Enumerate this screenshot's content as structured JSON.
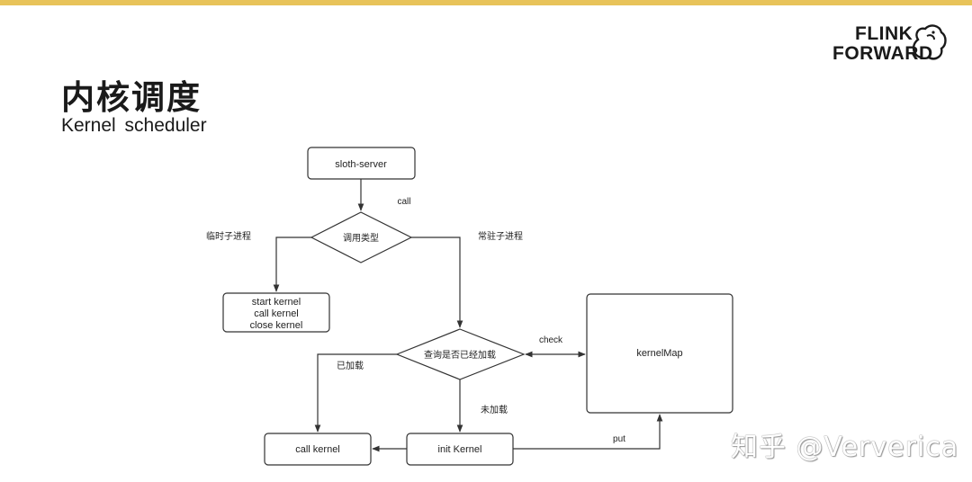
{
  "slide": {
    "title": "内核调度",
    "subtitle": "Kernel scheduler"
  },
  "logo": {
    "line1": "FLINK",
    "line2": "FORWARD"
  },
  "colors": {
    "accent_bar": "#e8c35a",
    "stroke": "#333333"
  },
  "diagram": {
    "nodes": {
      "sloth_server": "sloth-server",
      "call_type": "调用类型",
      "temp_process_box": [
        "start kernel",
        "call kernel",
        "close kernel"
      ],
      "check_loaded": "查询是否已经加载",
      "kernel_map": "kernelMap",
      "call_kernel": "call kernel",
      "init_kernel": "init Kernel"
    },
    "edge_labels": {
      "call": "call",
      "temp_process": "临时子进程",
      "resident_process": "常驻子进程",
      "check": "check",
      "loaded": "已加载",
      "not_loaded": "未加载",
      "put": "put"
    }
  },
  "watermark": "知乎 @Ververica"
}
